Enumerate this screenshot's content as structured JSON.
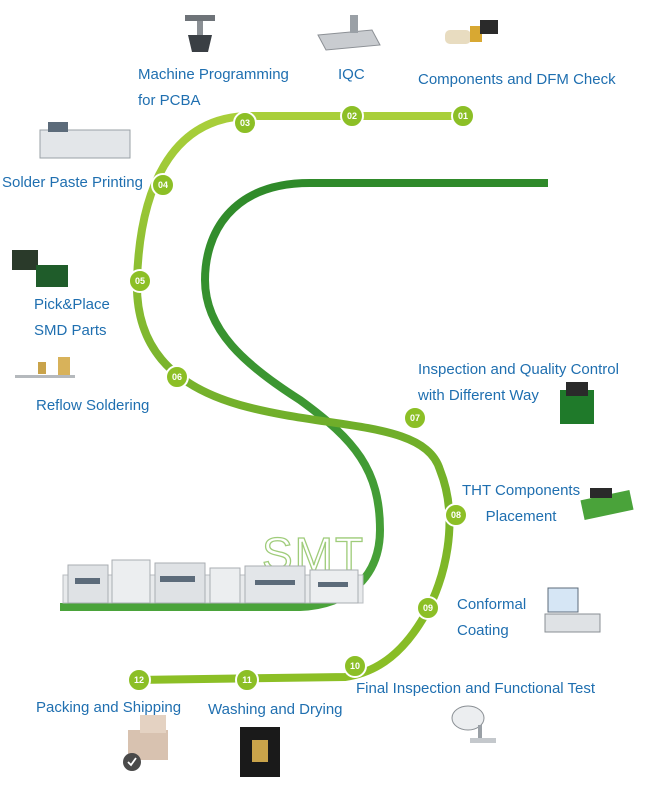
{
  "watermark": "SMT",
  "steps": [
    {
      "num": "01",
      "label": "Components and DFM Check"
    },
    {
      "num": "02",
      "label": "IQC"
    },
    {
      "num": "03",
      "label": "Machine Programming for PCBA",
      "lines": [
        "Machine Programming",
        "for PCBA"
      ]
    },
    {
      "num": "04",
      "label": "Solder Paste Printing"
    },
    {
      "num": "05",
      "label": "Pick&Place SMD Parts",
      "lines": [
        "Pick&Place",
        "SMD Parts"
      ]
    },
    {
      "num": "06",
      "label": "Reflow Soldering"
    },
    {
      "num": "07",
      "label": "Inspection and Quality Control with Different Way",
      "lines": [
        "Inspection and Quality Control",
        "with Different Way"
      ]
    },
    {
      "num": "08",
      "label": "THT Components Placement",
      "lines": [
        "THT Components",
        "Placement"
      ]
    },
    {
      "num": "09",
      "label": "Conformal Coating",
      "lines": [
        "Conformal",
        "Coating"
      ]
    },
    {
      "num": "10",
      "label": "Final Inspection and Functional Test"
    },
    {
      "num": "11",
      "label": "Washing and Drying"
    },
    {
      "num": "12",
      "label": "Packing and Shipping"
    }
  ],
  "colors": {
    "outer_path": "#8cbf26",
    "inner_path": "#3f9b2f",
    "label_text": "#1f6fb0",
    "marker": "#8cbf26"
  }
}
